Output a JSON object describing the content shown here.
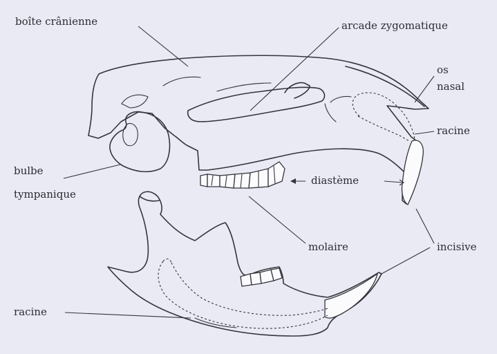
{
  "labels": {
    "boite_cranienne": "boîte crânienne",
    "arcade_zygomatique": "arcade zygomatique",
    "os": "os",
    "nasal": "nasal",
    "racine_top": "racine",
    "bulbe": "bulbe",
    "tympanique": "tympanique",
    "diasteme": "diastème",
    "molaire": "molaire",
    "incisive": "incisive",
    "racine_bottom": "racine"
  },
  "colors": {
    "background": "#e9eaf3",
    "ink": "#34343c",
    "bone_fill": "#fbfbfd"
  }
}
